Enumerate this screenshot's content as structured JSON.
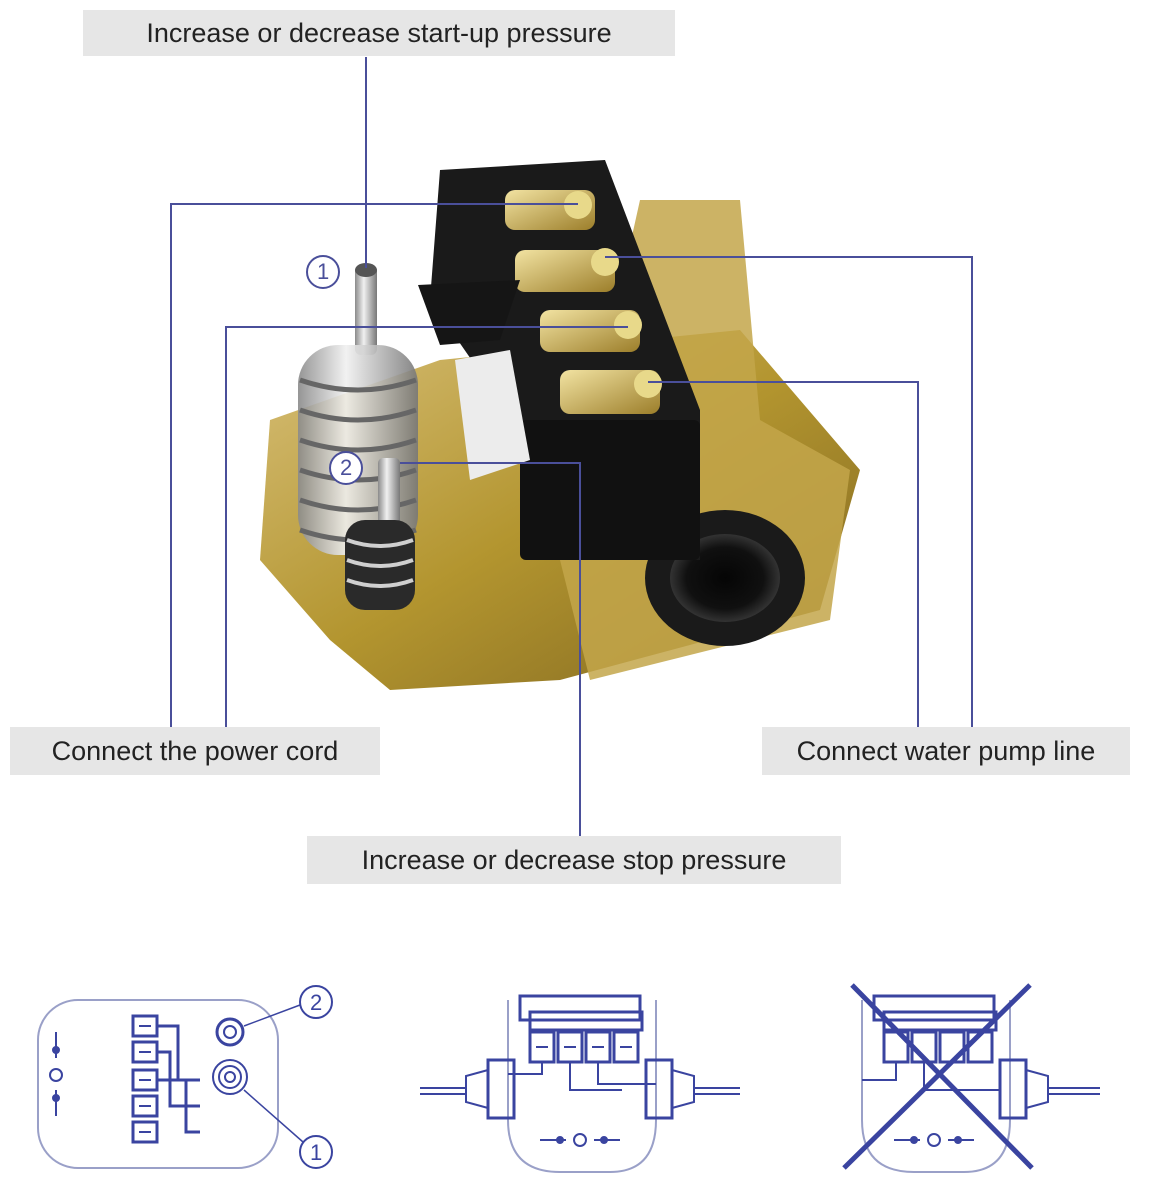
{
  "labels": {
    "startup_pressure": "Increase or decrease start-up pressure",
    "power_cord": "Connect the power cord",
    "water_pump": "Connect water pump line",
    "stop_pressure": "Increase or decrease stop pressure"
  },
  "markers": {
    "spring_1": "1",
    "spring_2": "2",
    "diagram_1": "1",
    "diagram_2": "2"
  },
  "colors": {
    "leader_line": "#4a4f9a",
    "label_bg": "#e6e6e6",
    "diagram_blue": "#3a44a0",
    "brass": "#b89a3a"
  }
}
